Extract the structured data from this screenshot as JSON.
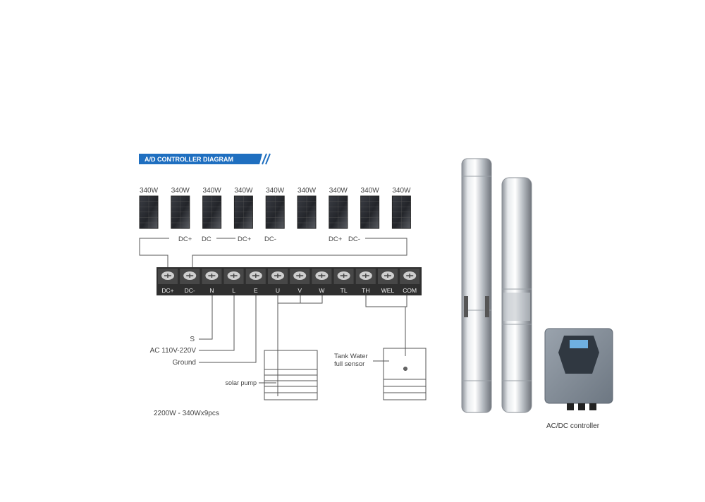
{
  "header": {
    "title": "A/D CONTROLLER DIAGRAM",
    "accent": "#1f6fc0"
  },
  "panels": [
    {
      "label": "340W"
    },
    {
      "label": "340W"
    },
    {
      "label": "340W"
    },
    {
      "label": "340W"
    },
    {
      "label": "340W"
    },
    {
      "label": "340W"
    },
    {
      "label": "340W"
    },
    {
      "label": "340W"
    },
    {
      "label": "340W"
    }
  ],
  "panel_wiring_labels": [
    "DC+",
    "DC",
    "DC+",
    "DC-",
    "DC+",
    "DC-"
  ],
  "terminals": [
    "DC+",
    "DC-",
    "N",
    "L",
    "E",
    "U",
    "V",
    "W",
    "TL",
    "TH",
    "WEL",
    "COM"
  ],
  "power_labels": {
    "s": "S",
    "ac": "AC 110V-220V",
    "ground": "Ground"
  },
  "pump_label": "solar pump",
  "sensor_label": [
    "Tank Water",
    "full sensor"
  ],
  "system_spec": "2200W - 340Wx9pcs",
  "controller_label": "AC/DC controller"
}
